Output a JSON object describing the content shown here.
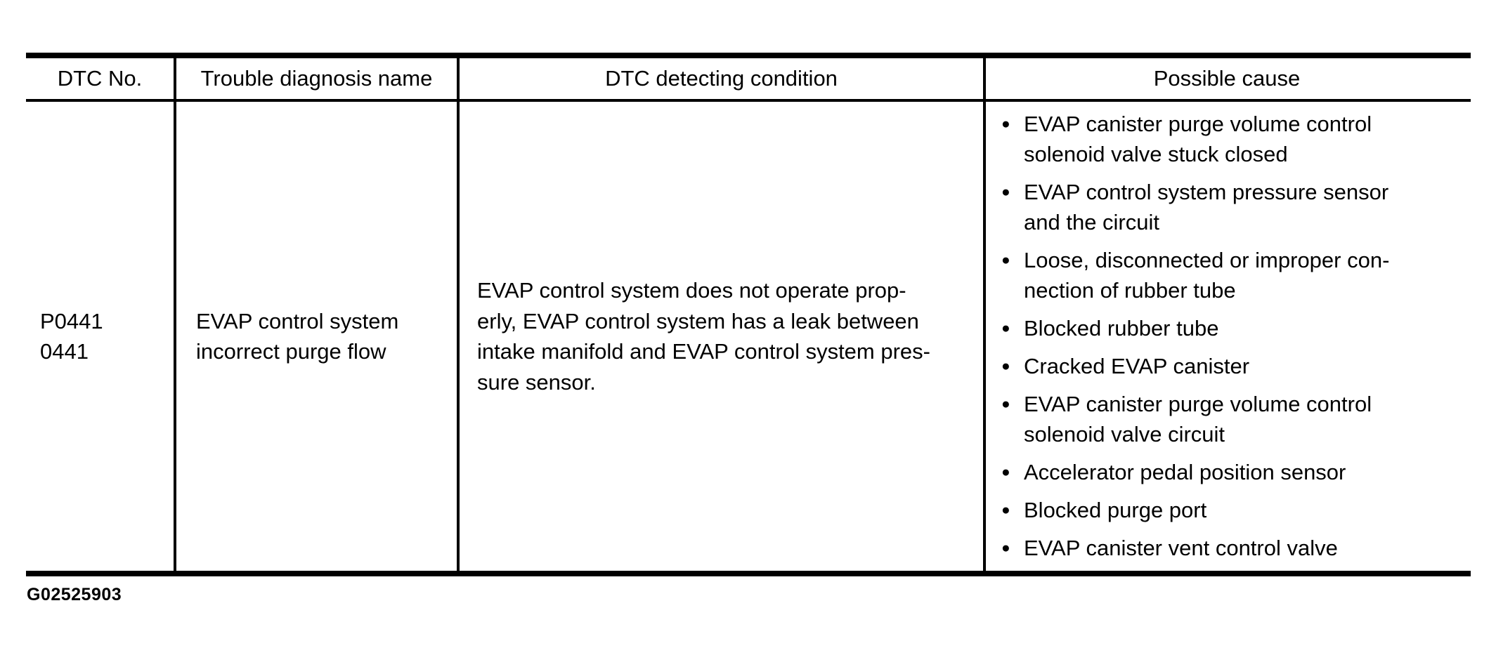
{
  "table": {
    "columns": [
      {
        "label": "DTC No."
      },
      {
        "label": "Trouble diagnosis name"
      },
      {
        "label": "DTC detecting condition"
      },
      {
        "label": "Possible cause"
      }
    ],
    "row": {
      "dtc_no_lines": [
        "P0441",
        "0441"
      ],
      "trouble_name_lines": [
        "EVAP control system",
        "incorrect purge flow"
      ],
      "condition_lines": [
        "EVAP control system does not operate prop-",
        "erly, EVAP control system has a leak between",
        "intake manifold and EVAP control system pres-",
        "sure sensor."
      ],
      "possible_causes": [
        {
          "lines": [
            "EVAP canister purge volume control",
            "solenoid valve stuck closed"
          ]
        },
        {
          "lines": [
            "EVAP control system pressure sensor",
            "and the circuit"
          ]
        },
        {
          "lines": [
            "Loose, disconnected or improper con-",
            "nection of rubber tube"
          ]
        },
        {
          "lines": [
            "Blocked rubber tube"
          ]
        },
        {
          "lines": [
            "Cracked EVAP canister"
          ]
        },
        {
          "lines": [
            "EVAP canister purge volume control",
            "solenoid valve circuit"
          ]
        },
        {
          "lines": [
            "Accelerator pedal position sensor"
          ]
        },
        {
          "lines": [
            "Blocked purge port"
          ]
        },
        {
          "lines": [
            "EVAP canister vent control valve"
          ]
        }
      ]
    }
  },
  "footer": {
    "figure_id": "G02525903"
  },
  "colors": {
    "text": "#000000",
    "background": "#ffffff",
    "border": "#000000"
  }
}
